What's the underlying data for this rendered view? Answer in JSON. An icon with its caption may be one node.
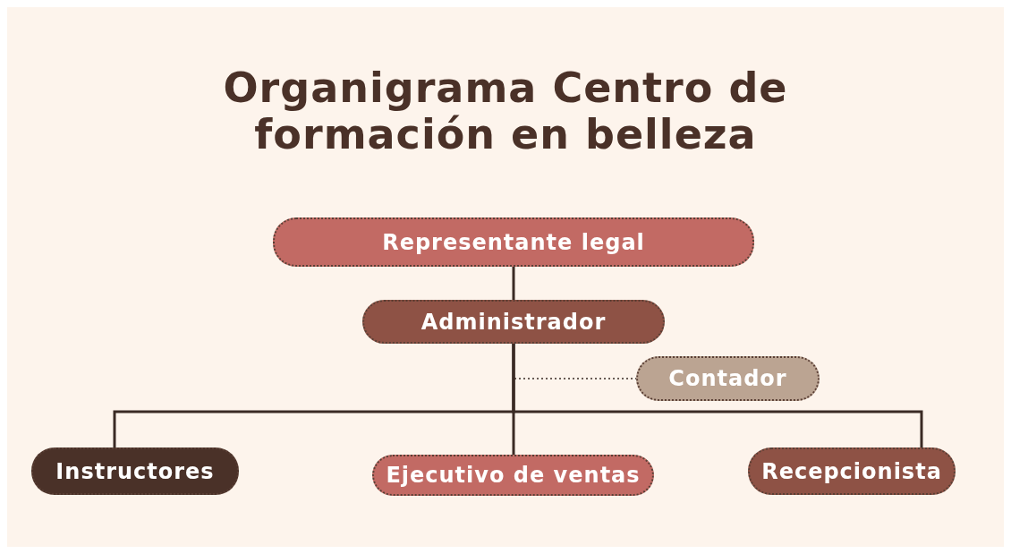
{
  "diagram": {
    "title": "Organigrama Centro de formación en belleza",
    "nodes": [
      {
        "text": [
          "Representante legal"
        ]
      },
      {
        "text": [
          "Administrador"
        ]
      },
      {
        "text": [
          "Contador"
        ]
      },
      {
        "text": [
          "Instructores"
        ]
      },
      {
        "text": [
          "Ejecutivo de ventas"
        ]
      },
      {
        "text": [
          "Recepcionista"
        ]
      }
    ],
    "edges": [
      {
        "from": 0,
        "to": 1,
        "arrow": "none"
      },
      {
        "from": 1,
        "to": 2,
        "arrow": "none",
        "style": "dashed"
      },
      {
        "from": 1,
        "to": 3,
        "arrow": "none"
      },
      {
        "from": 1,
        "to": 4,
        "arrow": "none"
      },
      {
        "from": 1,
        "to": 5,
        "arrow": "none"
      }
    ]
  }
}
